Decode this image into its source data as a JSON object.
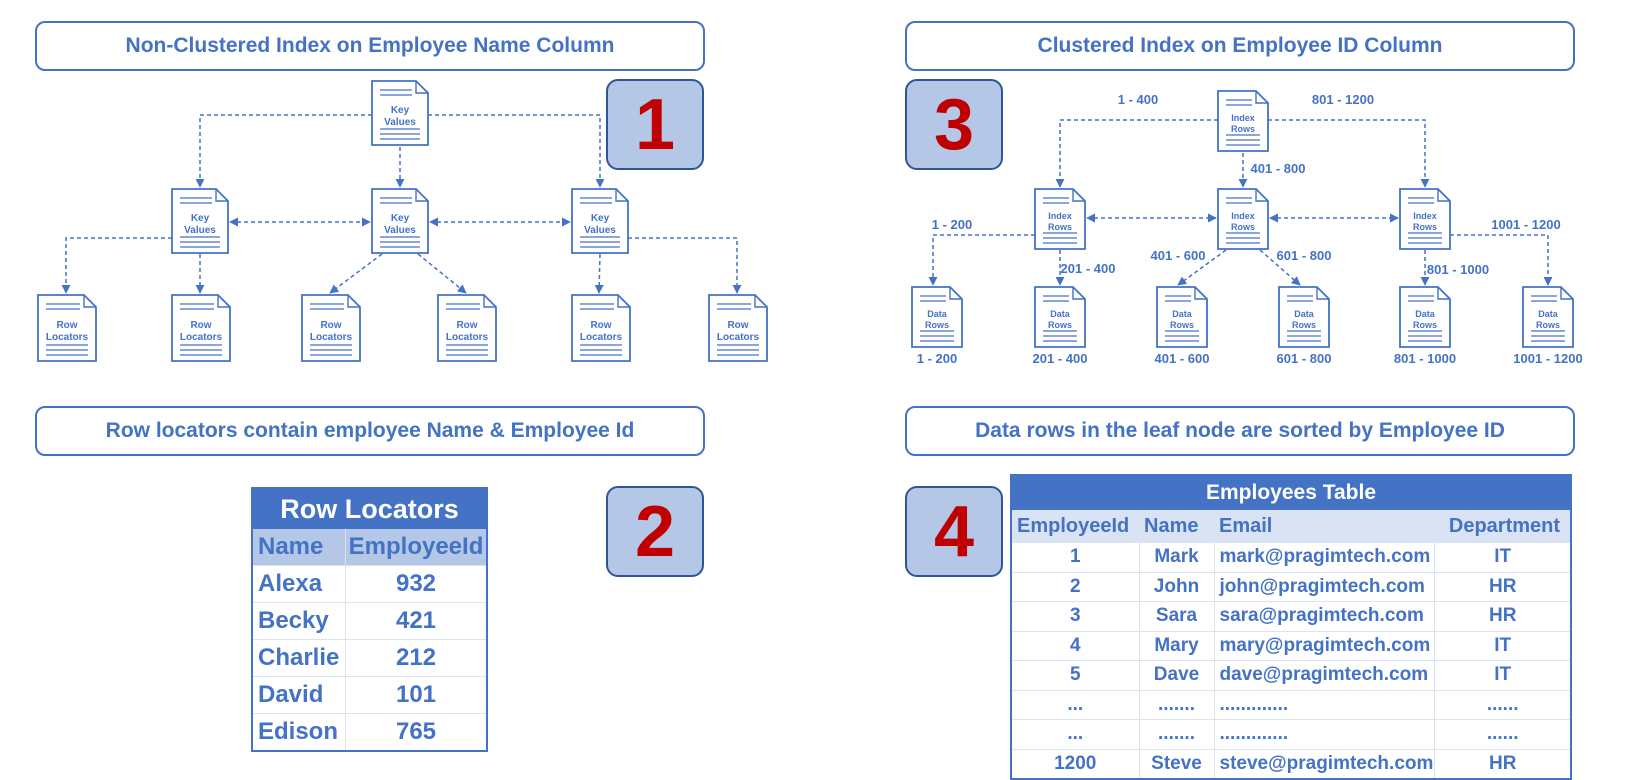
{
  "panel1": {
    "title": "Non-Clustered Index on Employee Name Column",
    "number": "1",
    "root_label": [
      "Key",
      "Values"
    ],
    "key_label": [
      "Key",
      "Values"
    ],
    "leaf_label": [
      "Row",
      "Locators"
    ]
  },
  "panel2": {
    "title": "Row locators contain employee Name & Employee Id",
    "number": "2",
    "table": {
      "caption": "Row Locators",
      "columns": [
        "Name",
        "EmployeeId"
      ],
      "rows": [
        [
          "Alexa",
          "932"
        ],
        [
          "Becky",
          "421"
        ],
        [
          "Charlie",
          "212"
        ],
        [
          "David",
          "101"
        ],
        [
          "Edison",
          "765"
        ]
      ]
    }
  },
  "panel3": {
    "title": "Clustered Index on Employee ID Column",
    "number": "3",
    "index_label": [
      "Index",
      "Rows"
    ],
    "leaf_label": [
      "Data",
      "Rows"
    ],
    "root_ranges": [
      "1 - 400",
      "401 - 800",
      "801 - 1200"
    ],
    "leaf_ranges": [
      "1 - 200",
      "201 - 400",
      "401 - 600",
      "601 - 800",
      "801 - 1000",
      "1001 - 1200"
    ]
  },
  "panel4": {
    "title": "Data rows in the leaf node are sorted by Employee ID",
    "number": "4",
    "table": {
      "caption": "Employees Table",
      "columns": [
        "EmployeeId",
        "Name",
        "Email",
        "Department"
      ],
      "rows": [
        [
          "1",
          "Mark",
          "mark@pragimtech.com",
          "IT"
        ],
        [
          "2",
          "John",
          "john@pragimtech.com",
          "HR"
        ],
        [
          "3",
          "Sara",
          "sara@pragimtech.com",
          "HR"
        ],
        [
          "4",
          "Mary",
          "mary@pragimtech.com",
          "IT"
        ],
        [
          "5",
          "Dave",
          "dave@pragimtech.com",
          "IT"
        ],
        [
          "...",
          ".......",
          ".............",
          "......"
        ],
        [
          "...",
          ".......",
          ".............",
          "......"
        ],
        [
          "1200",
          "Steve",
          "steve@pragimtech.com",
          "HR"
        ]
      ]
    }
  },
  "colors": {
    "accent": "#4472c4",
    "number_box_fill": "#b4c7e7",
    "number_text": "#c00000"
  }
}
